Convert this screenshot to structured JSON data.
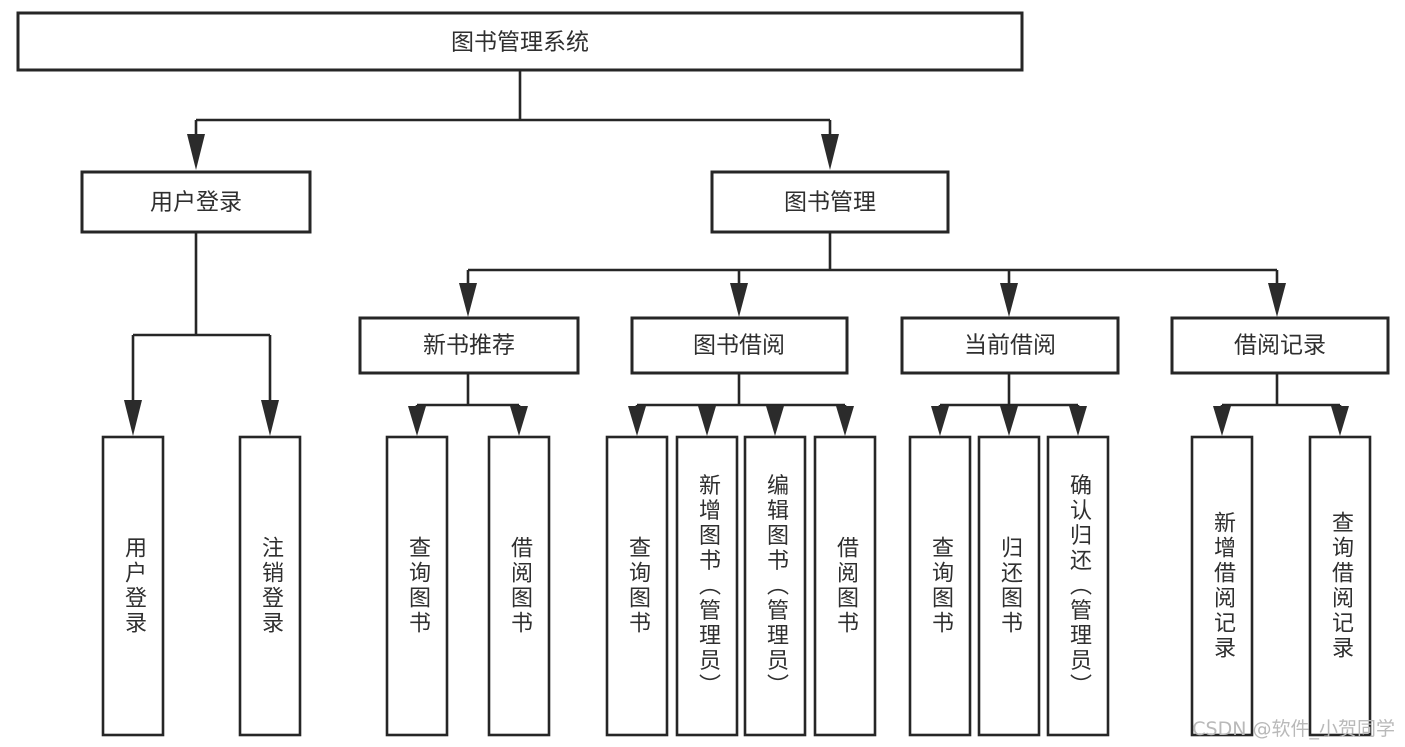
{
  "diagram": {
    "type": "tree",
    "title": "图书管理系统",
    "orientation": "top-down",
    "colors": {
      "background": "#ffffff",
      "node_fill": "#ffffff",
      "node_stroke": "#262626",
      "text": "#2f2f2f",
      "watermark": "#b9b9b9"
    },
    "root": {
      "id": "root",
      "label": "图书管理系统"
    },
    "level1": [
      {
        "id": "user-login",
        "label": "用户登录"
      },
      {
        "id": "book-manage",
        "label": "图书管理"
      }
    ],
    "level2": [
      {
        "id": "new-book-recommend",
        "label": "新书推荐",
        "parent": "book-manage"
      },
      {
        "id": "book-borrow",
        "label": "图书借阅",
        "parent": "book-manage"
      },
      {
        "id": "current-borrow",
        "label": "当前借阅",
        "parent": "book-manage"
      },
      {
        "id": "borrow-record",
        "label": "借阅记录",
        "parent": "book-manage"
      }
    ],
    "leaves": [
      {
        "id": "leaf-user-login",
        "label": "用户登录",
        "parent": "user-login"
      },
      {
        "id": "leaf-user-logout",
        "label": "注销登录",
        "parent": "user-login"
      },
      {
        "id": "leaf-query-book-1",
        "label": "查询图书",
        "parent": "new-book-recommend"
      },
      {
        "id": "leaf-borrow-book-1",
        "label": "借阅图书",
        "parent": "new-book-recommend"
      },
      {
        "id": "leaf-query-book-2",
        "label": "查询图书",
        "parent": "book-borrow"
      },
      {
        "id": "leaf-add-book",
        "label": "新增图书（管理员）",
        "parent": "book-borrow"
      },
      {
        "id": "leaf-edit-book",
        "label": "编辑图书（管理员）",
        "parent": "book-borrow"
      },
      {
        "id": "leaf-borrow-book-2",
        "label": "借阅图书",
        "parent": "book-borrow"
      },
      {
        "id": "leaf-query-book-3",
        "label": "查询图书",
        "parent": "current-borrow"
      },
      {
        "id": "leaf-return-book",
        "label": "归还图书",
        "parent": "current-borrow"
      },
      {
        "id": "leaf-confirm-return",
        "label": "确认归还（管理员）",
        "parent": "current-borrow"
      },
      {
        "id": "leaf-add-record",
        "label": "新增借阅记录",
        "parent": "borrow-record"
      },
      {
        "id": "leaf-query-record",
        "label": "查询借阅记录",
        "parent": "borrow-record"
      }
    ]
  },
  "watermark": {
    "text": "CSDN @软件_小贺同学"
  }
}
